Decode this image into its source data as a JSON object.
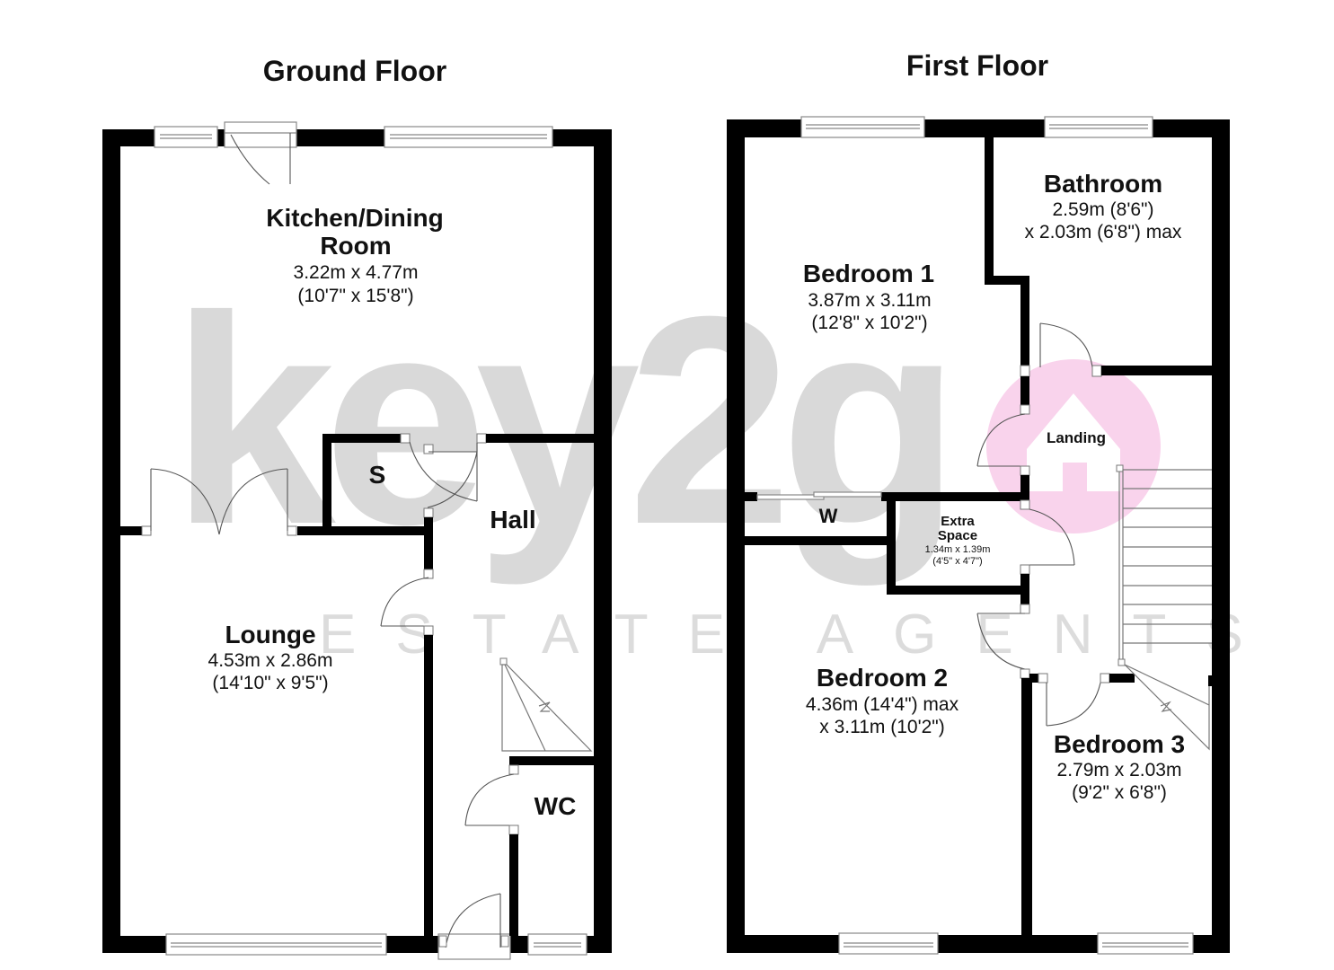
{
  "watermark": {
    "brand": "key2go",
    "tagline": "ESTATE AGENTS",
    "gray": "#d9d9d9",
    "pink": "#f9d3ec"
  },
  "ground_floor": {
    "title": "Ground Floor",
    "rooms": {
      "kitchen": {
        "name_line1": "Kitchen/Dining",
        "name_line2": "Room",
        "dim_metric": "3.22m x 4.77m",
        "dim_imperial": "(10'7\" x 15'8\")"
      },
      "lounge": {
        "name": "Lounge",
        "dim_metric": "4.53m x 2.86m",
        "dim_imperial": "(14'10\" x 9'5\")"
      },
      "store": {
        "name": "S"
      },
      "hall": {
        "name": "Hall"
      },
      "wc": {
        "name": "WC"
      }
    }
  },
  "first_floor": {
    "title": "First Floor",
    "rooms": {
      "bathroom": {
        "name": "Bathroom",
        "dim_line1": "2.59m (8'6\")",
        "dim_line2": "x 2.03m (6'8\") max"
      },
      "bedroom1": {
        "name": "Bedroom 1",
        "dim_metric": "3.87m x 3.11m",
        "dim_imperial": "(12'8\" x 10'2\")"
      },
      "landing": {
        "name": "Landing"
      },
      "wardrobe": {
        "name": "W"
      },
      "extra_space": {
        "name_line1": "Extra",
        "name_line2": "Space",
        "dim_metric": "1.34m x 1.39m",
        "dim_imperial": "(4'5\" x 4'7\")"
      },
      "bedroom2": {
        "name": "Bedroom 2",
        "dim_line1": "4.36m (14'4\") max",
        "dim_line2": "x 3.11m (10'2\")"
      },
      "bedroom3": {
        "name": "Bedroom 3",
        "dim_metric": "2.79m x 2.03m",
        "dim_imperial": "(9'2\" x 6'8\")"
      }
    }
  }
}
